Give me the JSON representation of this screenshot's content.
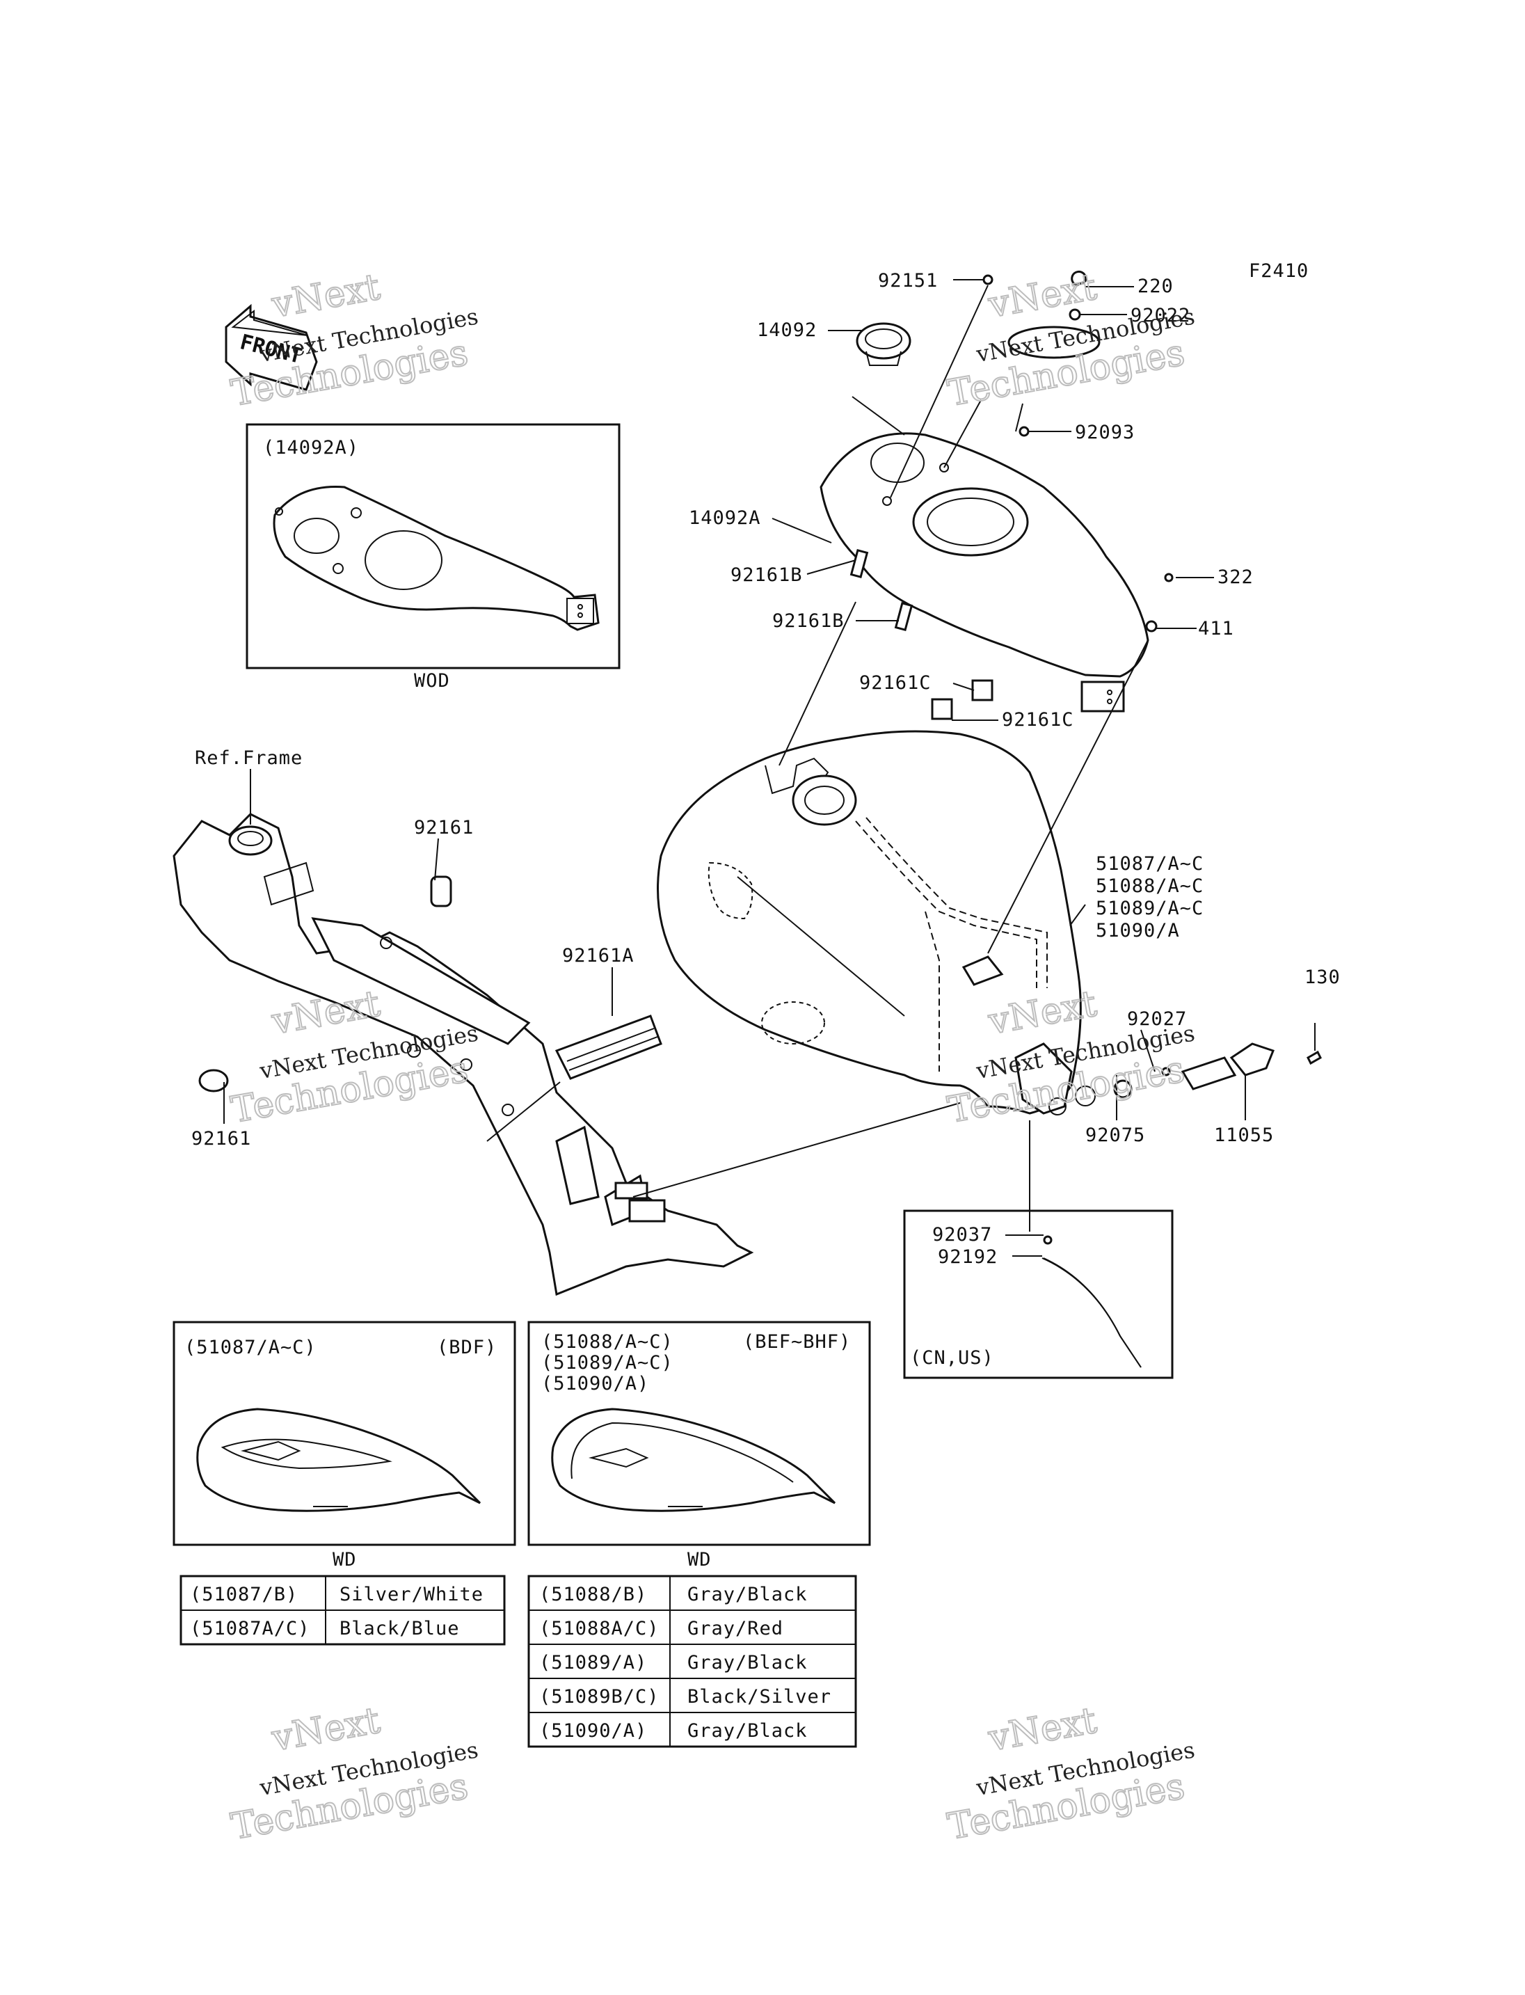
{
  "figure_code": "F2410",
  "front_arrow": "FRONT",
  "watermark": {
    "line1": "vNext Technologies",
    "line2": "Technologies",
    "line3": "vNext"
  },
  "inset_cover": {
    "title": "(14092A)",
    "caption": "WOD"
  },
  "inset_cnus": {
    "title": "(CN,US)"
  },
  "ref_frame": "Ref.Frame",
  "callouts": {
    "c92151": "92151",
    "c220": "220",
    "c92022": "92022",
    "c14092": "14092",
    "c92093": "92093",
    "c14092A": "14092A",
    "c92161B_1": "92161B",
    "c92161B_2": "92161B",
    "c322": "322",
    "c411": "411",
    "c92161C_1": "92161C",
    "c92161C_2": "92161C",
    "c92161_top": "92161",
    "c92161A": "92161A",
    "c92161_bot": "92161",
    "tank1": "51087/A~C",
    "tank2": "51088/A~C",
    "tank3": "51089/A~C",
    "tank4": "51090/A",
    "c130": "130",
    "c92027": "92027",
    "c11055": "11055",
    "c92075": "92075",
    "c92037": "92037",
    "c92192": "92192"
  },
  "inset_bdf": {
    "model": "(51087/A~C)",
    "code": "(BDF)",
    "caption": "WD"
  },
  "inset_bef": {
    "model1": "(51088/A~C)",
    "model2": "(51089/A~C)",
    "model3": "(51090/A)",
    "code": "(BEF~BHF)",
    "caption": "WD"
  },
  "color_table_left": [
    {
      "part": "(51087/B)",
      "color": "Silver/White"
    },
    {
      "part": "(51087A/C)",
      "color": "Black/Blue"
    }
  ],
  "color_table_right": [
    {
      "part": "(51088/B)",
      "color": "Gray/Black"
    },
    {
      "part": "(51088A/C)",
      "color": "Gray/Red"
    },
    {
      "part": "(51089/A)",
      "color": "Gray/Black"
    },
    {
      "part": "(51089B/C)",
      "color": "Black/Silver"
    },
    {
      "part": "(51090/A)",
      "color": "Gray/Black"
    }
  ]
}
